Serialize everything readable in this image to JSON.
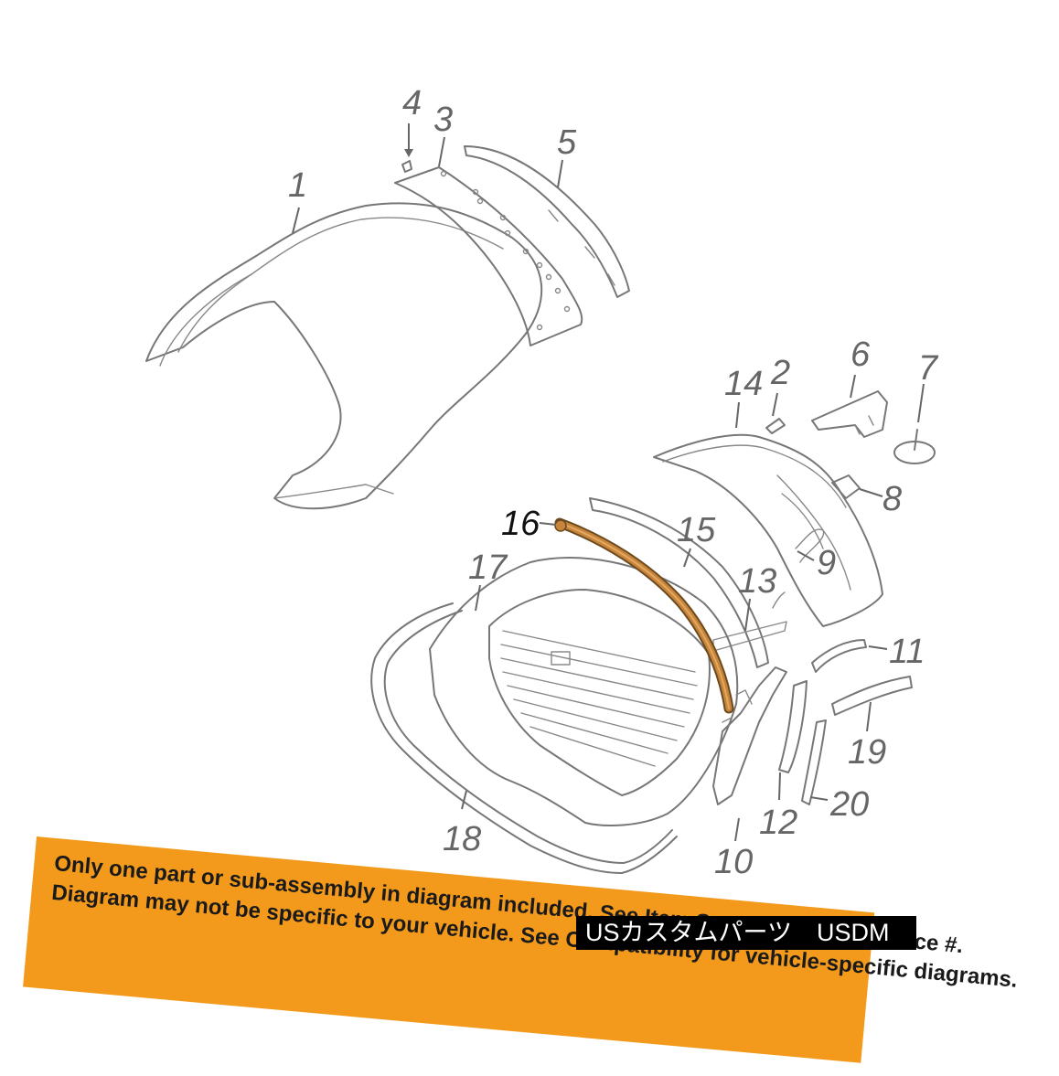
{
  "diagram": {
    "labels": {
      "l1": "1",
      "l2": "2",
      "l3": "3",
      "l4": "4",
      "l5": "5",
      "l6": "6",
      "l7": "7",
      "l8": "8",
      "l9": "9",
      "l10": "10",
      "l11": "11",
      "l12": "12",
      "l13": "13",
      "l14": "14",
      "l15": "15",
      "l16": "16",
      "l17": "17",
      "l18": "18",
      "l19": "19",
      "l20": "20"
    },
    "highlight_part": "16",
    "highlight_color": "#c8843a",
    "line_color": "#777777"
  },
  "disclaimer": {
    "line1": "Only one part or sub-assembly in diagram included. See Item Specifics for Reference #.",
    "line2": "Diagram may not be specific to your vehicle. See Compatibility for vehicle-specific diagrams.",
    "color": "#f39a1c"
  },
  "watermark": {
    "text": "USカスタムパーツ　USDM"
  }
}
